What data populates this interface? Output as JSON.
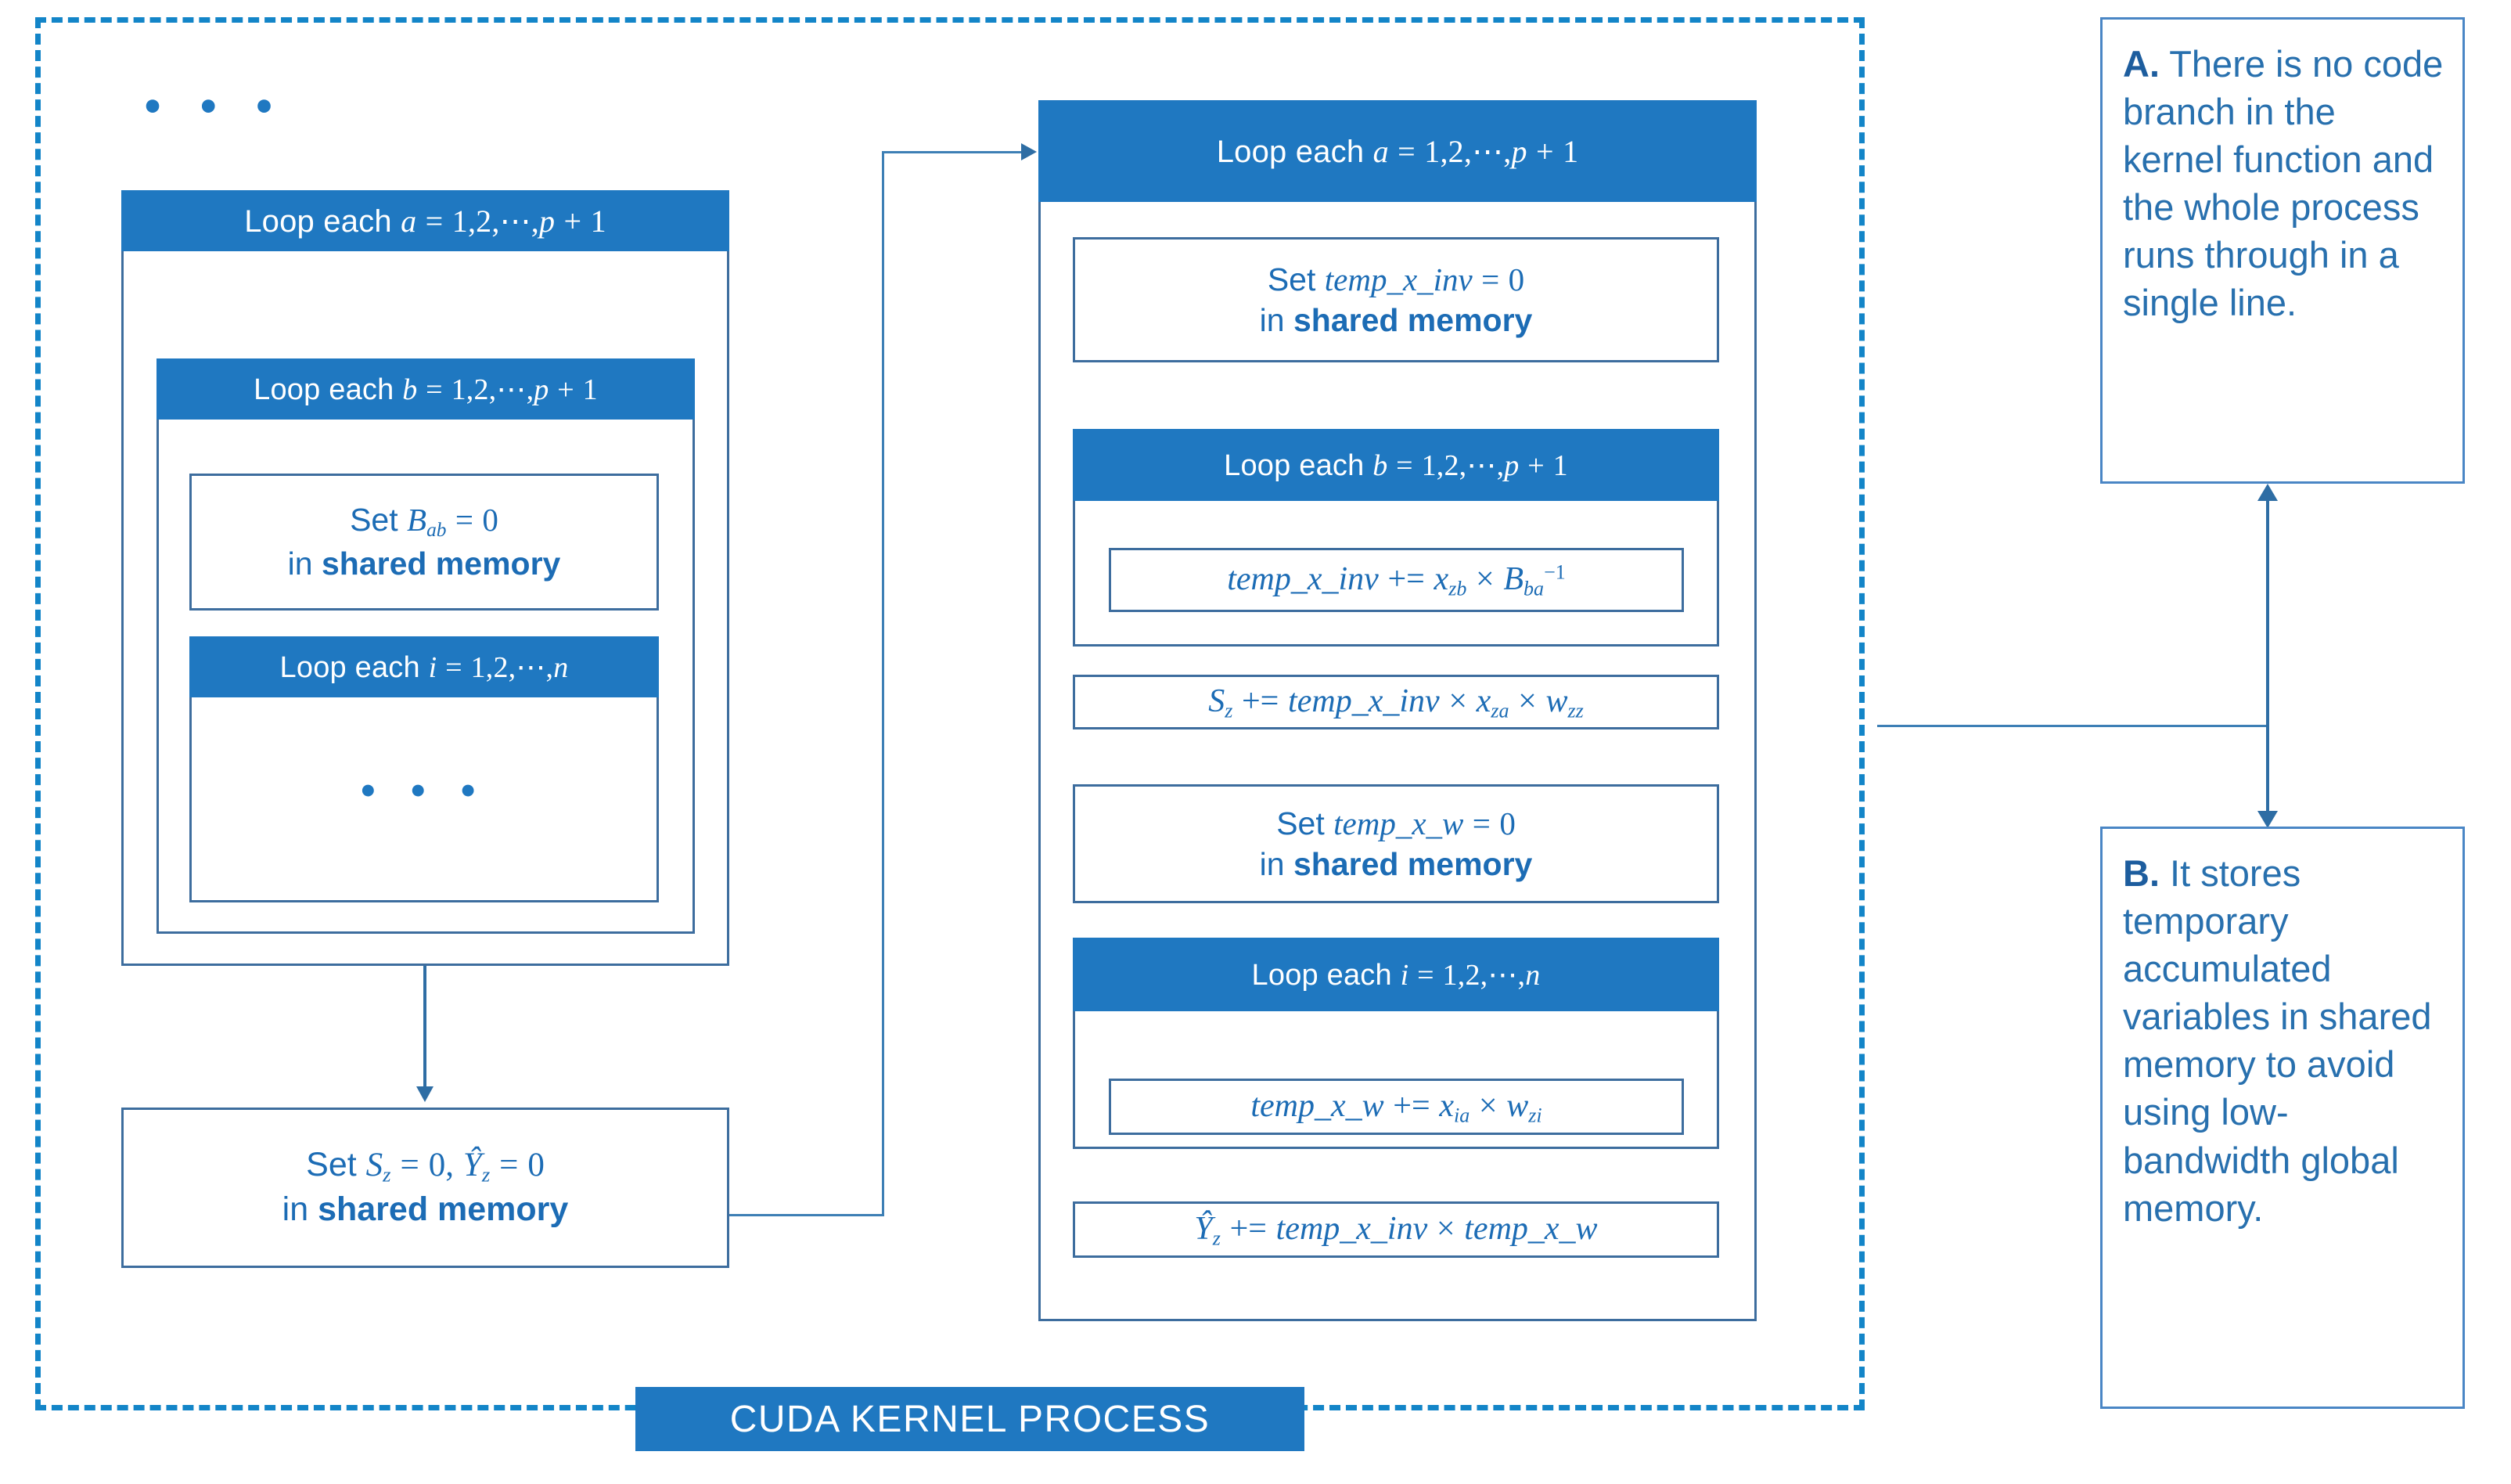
{
  "diagram": {
    "title": "CUDA KERNEL PROCESS",
    "accent_blue": "#1f78c1",
    "border_blue": "#3d6d9e",
    "dashed_blue": "#1385c8",
    "text_blue": "#1c6cb5"
  },
  "left_column": {
    "ellipsis_top": "• • •",
    "loop_a_label": "Loop each a = 1,2,⋯,p + 1",
    "loop_b_label": "Loop each b = 1,2,⋯,p + 1",
    "set_bab": {
      "line1": "Set B_ab = 0",
      "line2_prefix": "in ",
      "line2_bold": "shared memory"
    },
    "loop_i_label": "Loop each i = 1,2,⋯,n",
    "ellipsis_inner": "• • •",
    "set_sz": {
      "line1": "Set S_z = 0, Ŷ_z = 0",
      "line2_prefix": "in ",
      "line2_bold": "shared memory"
    }
  },
  "right_column": {
    "loop_a_label": "Loop each a = 1,2,⋯,p + 1",
    "set_temp_x_inv": {
      "line1": "Set temp_x_inv = 0",
      "line2_prefix": "in ",
      "line2_bold": "shared memory"
    },
    "loop_b_label": "Loop each b = 1,2,⋯,p + 1",
    "formula_temp_x_inv": "temp_x_inv += x_zb × B_ba^-1",
    "formula_sz": "S_z += temp_x_inv × x_za × w_zz",
    "set_temp_x_w": {
      "line1": "Set temp_x_w = 0",
      "line2_prefix": "in ",
      "line2_bold": "shared memory"
    },
    "loop_i_label": "Loop each i = 1,2,⋯,n",
    "formula_temp_x_w": "temp_x_w += x_ia × w_zi",
    "formula_yhat": "Ŷ_z += temp_x_inv × temp_x_w"
  },
  "notes": {
    "a": {
      "marker": "A.",
      "text": " There is no code branch in the kernel function and the whole process runs through in a single line."
    },
    "b": {
      "marker": "B.",
      "text": " It stores temporary accumulated variables in shared memory to avoid using low-bandwidth global memory."
    }
  }
}
